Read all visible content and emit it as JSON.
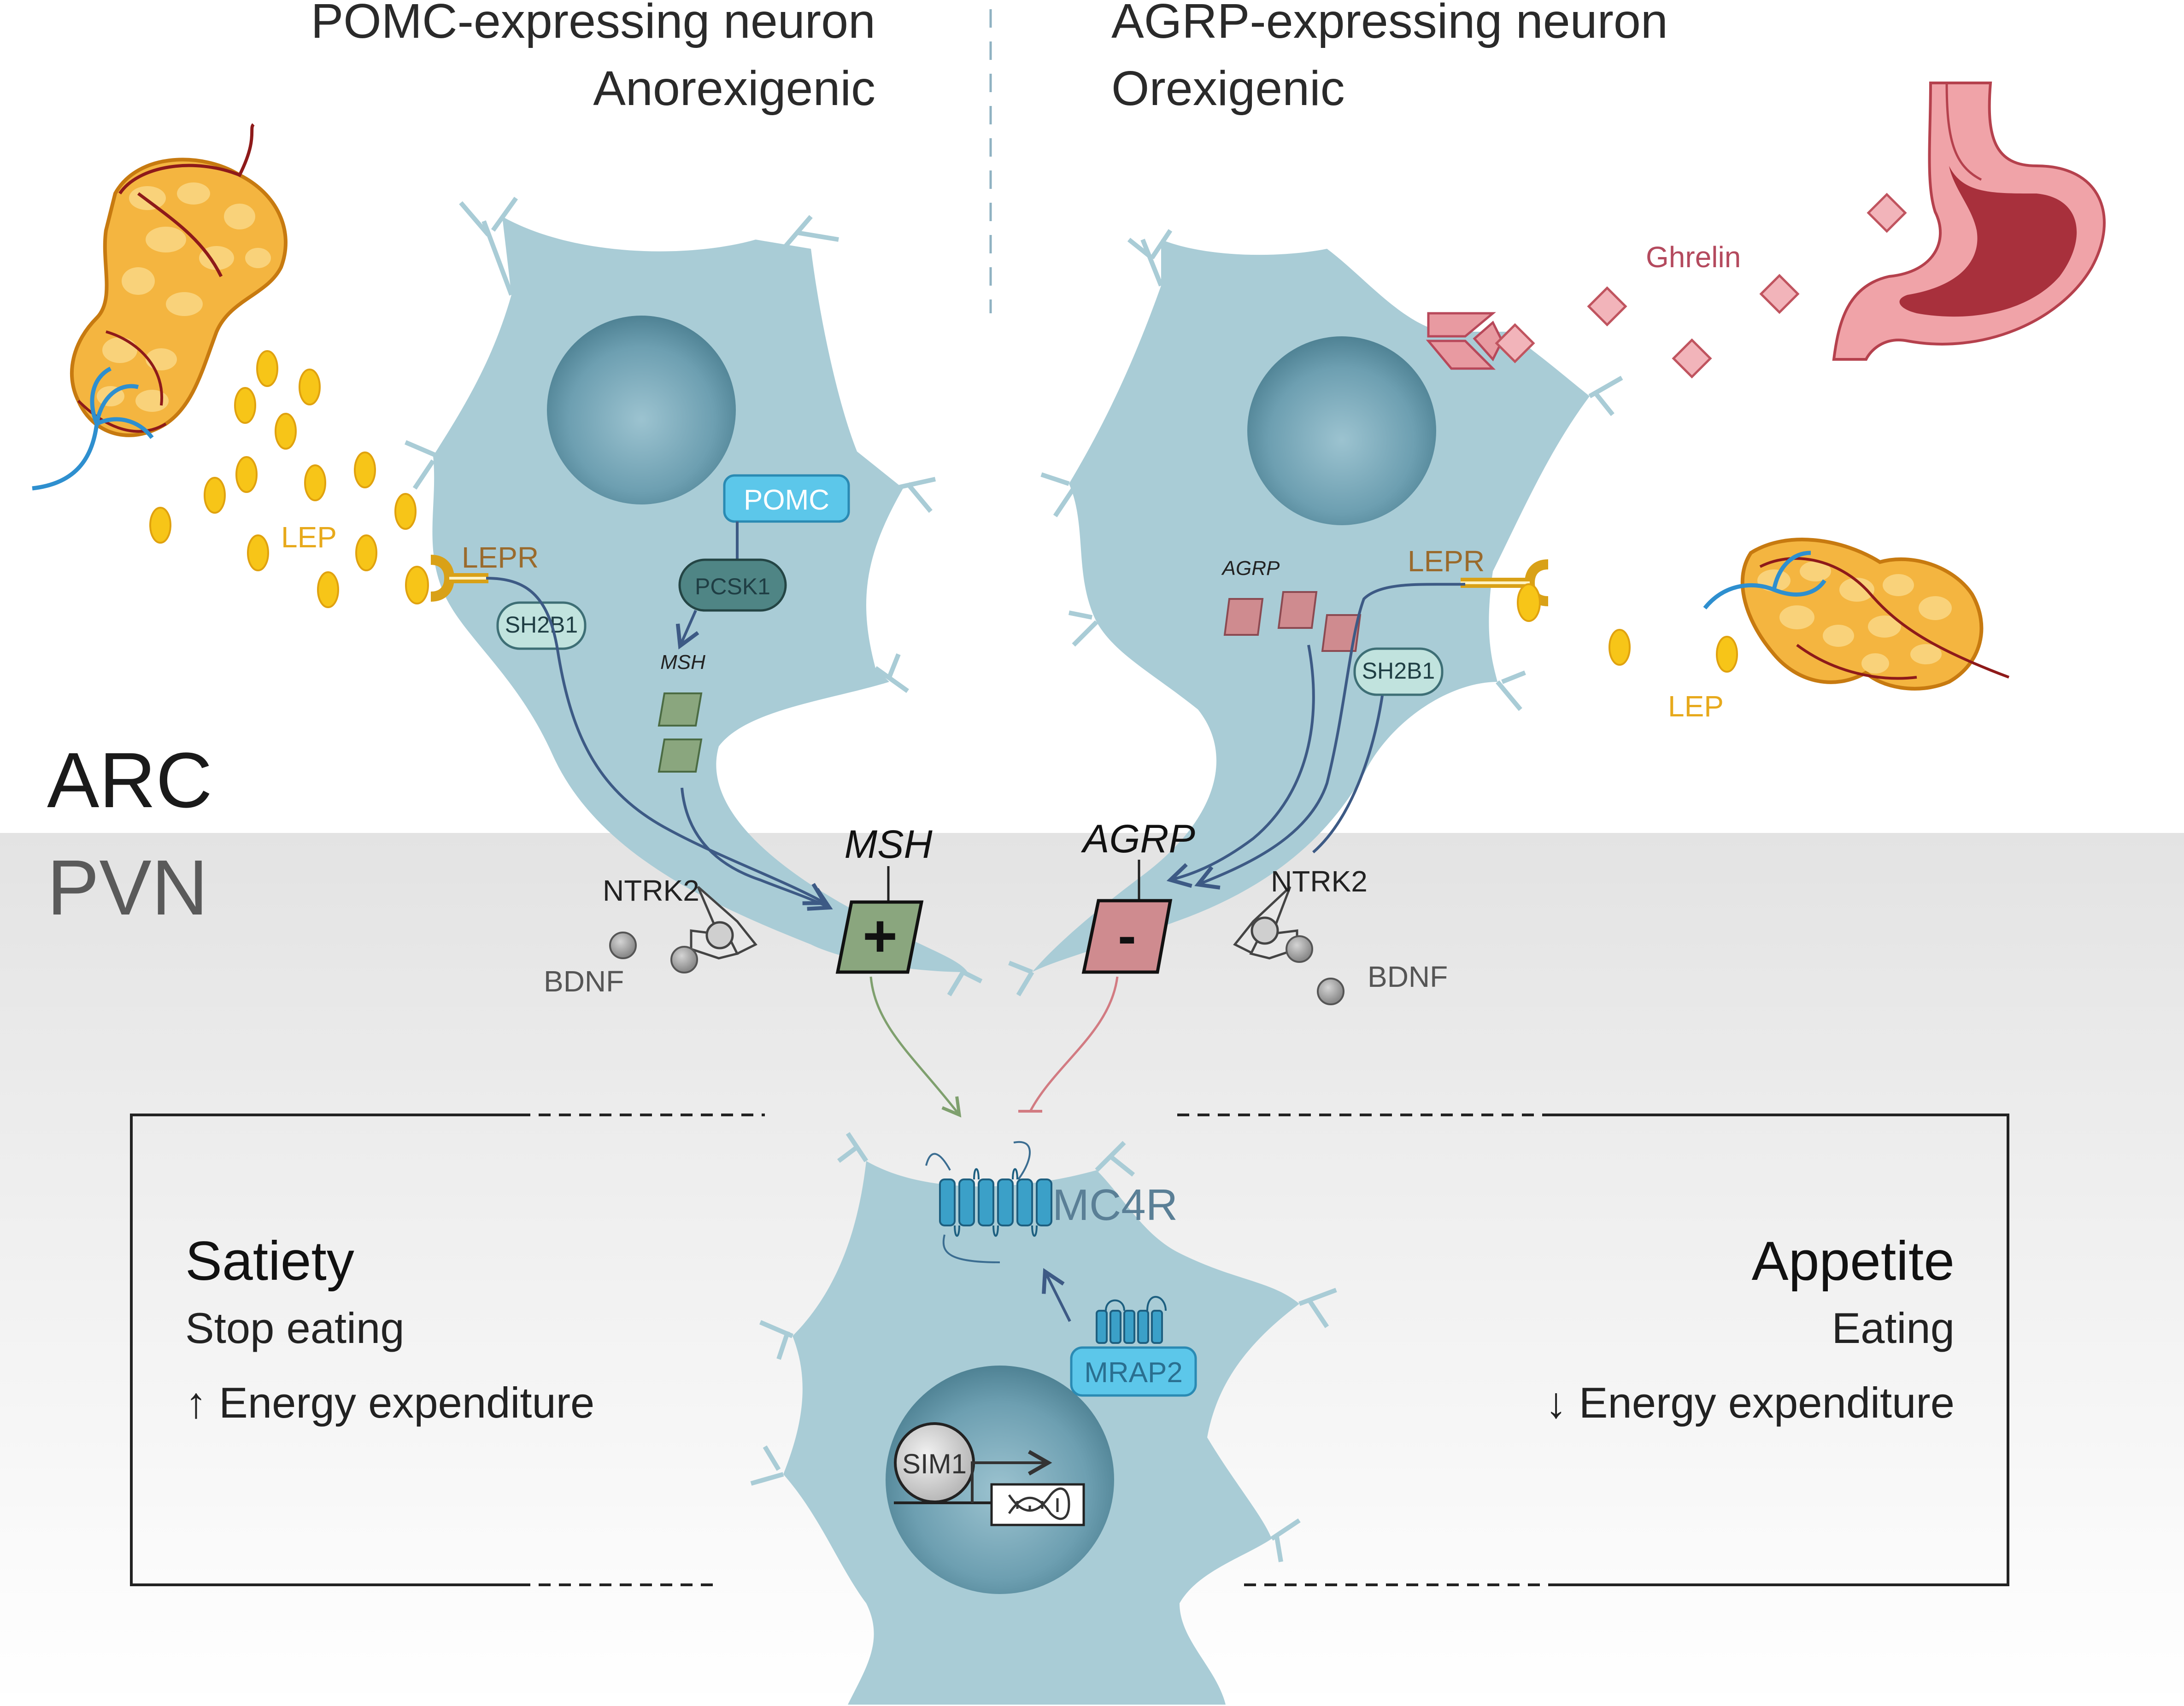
{
  "header": {
    "left_title": "POMC-expressing neuron",
    "left_subtitle": "Anorexigenic",
    "right_title": "AGRP-expressing neuron",
    "right_subtitle": "Orexigenic"
  },
  "regions": {
    "arc": "ARC",
    "pvn": "PVN"
  },
  "pomc_neuron": {
    "lep": "LEP",
    "lepr": "LEPR",
    "sh2b1": "SH2B1",
    "pomc": "POMC",
    "pcsk1": "PCSK1",
    "msh_small": "MSH",
    "msh": "MSH",
    "msh_sign": "+",
    "ntrk2": "NTRK2",
    "bdnf": "BDNF"
  },
  "agrp_neuron": {
    "ghrelin": "Ghrelin",
    "agrp_small": "AGRP",
    "lepr": "LEPR",
    "sh2b1": "SH2B1",
    "lep": "LEP",
    "agrp": "AGRP",
    "agrp_sign": "-",
    "ntrk2": "NTRK2",
    "bdnf": "BDNF"
  },
  "pvn_neuron": {
    "mc4r": "MC4R",
    "mrap2": "MRAP2",
    "sim1": "SIM1"
  },
  "outcomes": {
    "left_title": "Satiety",
    "left_line1": "Stop eating",
    "left_line2": "↑ Energy expenditure",
    "right_title": "Appetite",
    "right_line1": "Eating",
    "right_line2": "↓ Energy expenditure"
  },
  "colors": {
    "neuron": "#a9ccd6",
    "nucleus": "#5e93a5",
    "leptin": "#f7c518",
    "ghrelin": "#e8a0a6",
    "msh": "#8aa67e",
    "agrp": "#cf8b8f",
    "pathway": "#3d5a85",
    "mc4r": "#3ba0c8",
    "pvn_bg": "#e6e6e6"
  }
}
